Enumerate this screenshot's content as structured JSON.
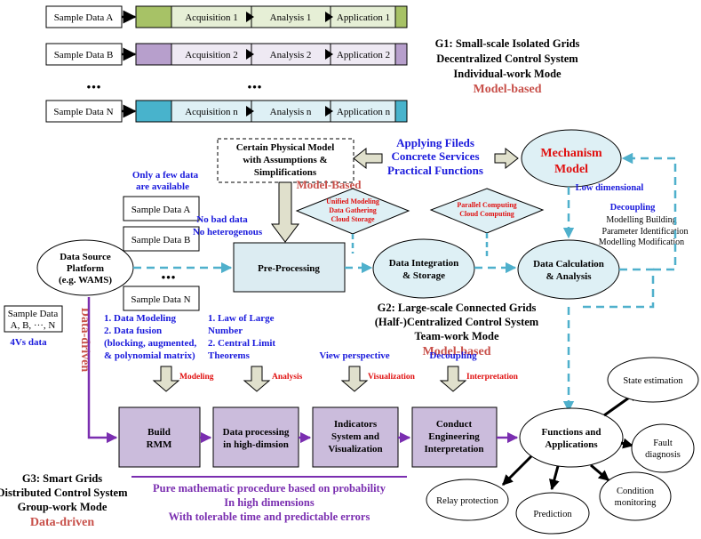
{
  "sample_rows": [
    {
      "sample": "Sample Data A",
      "acq": "Acquisition 1",
      "ana": "Analysis 1",
      "app": "Application 1"
    },
    {
      "sample": "Sample Data B",
      "acq": "Acquisition 2",
      "ana": "Analysis 2",
      "app": "Application 2"
    },
    {
      "sample": "Sample Data N",
      "acq": "Acquisition n",
      "ana": "Analysis n",
      "app": "Application n"
    }
  ],
  "dots": "•••",
  "g1": {
    "line1": "G1: Small-scale Isolated Grids",
    "line2": "Decentralized Control System",
    "line3": "Individual-work Mode",
    "mode": "Model-based"
  },
  "physical_model": {
    "line1": "Certain Physical Model",
    "line2": "with Assumptions &",
    "line3": "Simplifications"
  },
  "applying": {
    "line1": "Applying Fileds",
    "line2": "Concrete Services",
    "line3": "Practical Functions"
  },
  "mechanism": {
    "line1": "Mechanism",
    "line2": "Model"
  },
  "low_dimensional": "Low dimensional",
  "few_data": {
    "line1": "Only a few data",
    "line2": "are available"
  },
  "model_based_mid": "Model-Based",
  "unified_diamond": {
    "line1": "Unified Modeling",
    "line2": "Data Gathering",
    "line3": "Cloud Storage"
  },
  "parallel_diamond": {
    "line1": "Parallel Computing",
    "line2": "Cloud Computing"
  },
  "decoupling_right": "Decoupling",
  "modelling": {
    "line1": "Modelling Building",
    "line2": "Parameter Identification",
    "line3": "Modelling Modification"
  },
  "mid_samples": [
    "Sample Data A",
    "Sample Data B",
    "Sample Data N"
  ],
  "no_bad": {
    "line1": "No bad data",
    "line2": "No heterogenous"
  },
  "platform": {
    "line1": "Data Source",
    "line2": "Platform",
    "line3": "(e.g. WAMS)"
  },
  "preprocessing": "Pre-Processing",
  "integration": {
    "line1": "Data Integration",
    "line2": "& Storage"
  },
  "calculation": {
    "line1": "Data Calculation",
    "line2": "& Analysis"
  },
  "g2": {
    "line1": "G2: Large-scale Connected Grids",
    "line2": "(Half-)Centralized Control System",
    "line3": "Team-work Mode",
    "mode": "Model-based"
  },
  "sample_abn": {
    "line1": "Sample Data",
    "line2": "A, B, ···, N"
  },
  "fourv": "4Vs data",
  "data_driven_vertical": "Data-driven",
  "modeling_notes": {
    "line1": "1. Data Modeling",
    "line2": "2. Data fusion",
    "line3": "(blocking, augmented,",
    "line4": "& polynomial matrix)"
  },
  "law_notes": {
    "line1": "1. Law of Large",
    "line2": "Number",
    "line3": "2. Central Limit",
    "line4": "Theorems"
  },
  "view_perspective": "View perspective",
  "decoupling_bottom": "Decoupling",
  "arrow_labels": {
    "modeling": "Modeling",
    "analysis": "Analysis",
    "visualization": "Visualization",
    "interpretation": "Interpretation"
  },
  "process_boxes": [
    {
      "line1": "Build",
      "line2": "RMM"
    },
    {
      "line1": "Data processing",
      "line2": "in high-dimsion"
    },
    {
      "line1": "Indicators",
      "line2": "System and",
      "line3": "Visualization"
    },
    {
      "line1": "Conduct",
      "line2": "Engineering",
      "line3": "Interpretation"
    }
  ],
  "functions": {
    "line1": "Functions and",
    "line2": "Applications"
  },
  "outputs": {
    "state": "State estimation",
    "fault1": "Fault",
    "fault2": "diagnosis",
    "cond1": "Condition",
    "cond2": "monitoring",
    "prediction": "Prediction",
    "relay": "Relay protection"
  },
  "g3": {
    "line1": "G3: Smart Grids",
    "line2": "Distributed Control System",
    "line3": "Group-work Mode",
    "mode": "Data-driven"
  },
  "pure": {
    "line1": "Pure mathematic procedure based on probability",
    "line2": "In high dimensions",
    "line3": "With tolerable time and predictable errors"
  },
  "colors": {
    "green": "#a7c266",
    "lavender": "#b79fcc",
    "teal": "#48b3cc",
    "light_green": "#e6efd6",
    "light_lavender": "#eee9f3",
    "light_teal": "#def0f5",
    "process_fill": "#cbbcdc",
    "pre_fill": "#dcecf2",
    "arrow_fill": "#e0e0cc",
    "dash_teal": "#4fb0cc",
    "purple": "#7a2eb0"
  }
}
